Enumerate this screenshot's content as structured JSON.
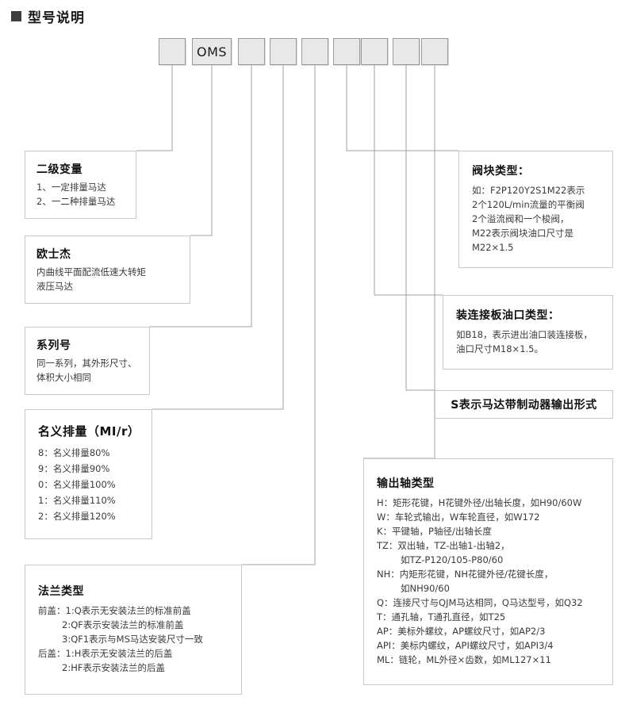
{
  "header": {
    "marker_icon": "square-bullet-icon",
    "title": "型号说明"
  },
  "model_code": {
    "boxes": [
      {
        "label": "",
        "name": "code-box-1"
      },
      {
        "label": "OMS",
        "name": "code-box-oms"
      },
      {
        "label": "",
        "name": "code-box-3"
      },
      {
        "label": "",
        "name": "code-box-4"
      },
      {
        "label": "",
        "name": "code-box-5"
      },
      {
        "label": "",
        "name": "code-box-6"
      },
      {
        "label": "",
        "name": "code-box-7"
      },
      {
        "label": "",
        "name": "code-box-8"
      },
      {
        "label": "",
        "name": "code-box-9"
      }
    ]
  },
  "panels": {
    "secondary_variable": {
      "title": "二级变量",
      "lines": [
        "1、一定排量马达",
        "2、一二种排量马达"
      ]
    },
    "brand": {
      "title": "欧士杰",
      "lines": [
        "内曲线平面配流低速大转矩",
        "液压马达"
      ]
    },
    "series": {
      "title": "系列号",
      "lines": [
        "同一系列，其外形尺寸、",
        "体积大小相同"
      ]
    },
    "displacement": {
      "title": "名义排量（MI/r）",
      "lines": [
        "8：名义排量80%",
        "9：名义排量90%",
        "0：名义排量100%",
        "1：名义排量110%",
        "2：名义排量120%"
      ]
    },
    "flange": {
      "title": "法兰类型",
      "lines": [
        "前盖：1:Q表示无安装法兰的标准前盖",
        "2:QF表示安装法兰的标准前盖",
        "3:QF1表示与MS马达安装尺寸一致",
        "后盖：1:H表示无安装法兰的后盖",
        "2:HF表示安装法兰的后盖"
      ],
      "line_indent": [
        false,
        true,
        true,
        false,
        true
      ]
    },
    "valve_block": {
      "title": "阀块类型：",
      "lines": [
        "如：F2P120Y2S1M22表示",
        "2个120L/min流量的平衡阀",
        "2个溢流阀和一个梭阀，",
        "M22表示阀块油口尺寸是",
        "M22×1.5"
      ]
    },
    "connector_plate": {
      "title": "装连接板油口类型：",
      "lines": [
        "如B18，表示进出油口装连接板，",
        "油口尺寸M18×1.5。"
      ]
    },
    "brake": {
      "title": "S表示马达带制动器输出形式",
      "lines": []
    },
    "output_shaft": {
      "title": "输出轴类型",
      "lines": [
        "H：矩形花键，H花键外径/出轴长度，如H90/60W",
        "W：车轮式输出，W车轮直径，如W172",
        "K：平键轴，P轴径/出轴长度",
        "TZ：双出轴，TZ-出轴1-出轴2，",
        "如TZ-P120/105-P80/60",
        "NH：内矩形花键，NH花键外径/花键长度，",
        "如NH90/60",
        "Q：连接尺寸与QJM马达相同，Q马达型号，如Q32",
        "T：通孔轴，T通孔直径，如T25",
        "AP：美标外螺纹，AP螺纹尺寸，如AP2/3",
        "API：美标内螺纹，API螺纹尺寸，如API3/4",
        "ML：链轮，ML外径×齿数，如ML127×11"
      ],
      "line_indent": [
        false,
        false,
        false,
        false,
        true,
        false,
        true,
        false,
        false,
        false,
        false,
        false
      ]
    }
  },
  "colors": {
    "box_fill": "#e8e8e8",
    "box_border": "#9a9a9a",
    "panel_border": "#c9c9c9",
    "wire": "#9a9a9a",
    "title_marker": "#3d3d3d",
    "text": "#3a3a3a"
  }
}
